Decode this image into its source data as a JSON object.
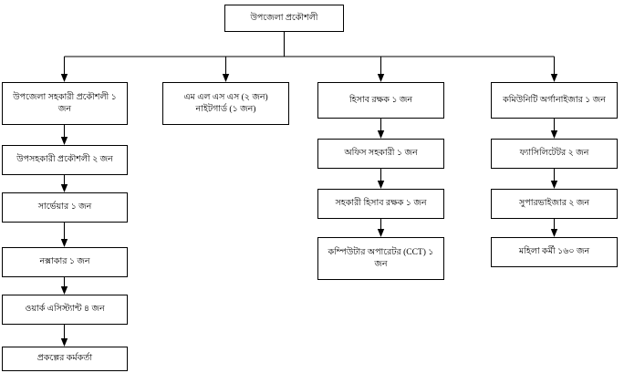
{
  "chart_data": {
    "type": "diagram",
    "title": "উপজেলা প্রকৌশলী",
    "layout": "organizational-hierarchy",
    "orientation": "top-down",
    "levels": 7,
    "nodes": [
      {
        "id": "root",
        "label": "উপজেলা প্রকৌশলী",
        "level": 0,
        "parent": null
      },
      {
        "id": "c1r2",
        "label": "উপজেলা সহকারী প্রকৌশলী ১ জন",
        "level": 1,
        "parent": "root",
        "column": 1
      },
      {
        "id": "c2r2",
        "label_line1": "এম এল এস এস (২ জন)",
        "label_line2": "নাইটগার্ড (১ জন)",
        "level": 1,
        "parent": "root",
        "column": 2
      },
      {
        "id": "c3r2",
        "label": "হিসাব রক্ষক ১ জন",
        "level": 1,
        "parent": "root",
        "column": 3
      },
      {
        "id": "c4r2",
        "label": "কমিউনিটি অর্গানাইজার ১ জন",
        "level": 1,
        "parent": "root",
        "column": 4
      },
      {
        "id": "c1r3",
        "label": "উপসহকারী প্রকৌশলী ২ জন",
        "level": 2,
        "parent": "c1r2",
        "column": 1
      },
      {
        "id": "c1r4",
        "label": "সার্ভেয়ার ১ জন",
        "level": 3,
        "parent": "c1r3",
        "column": 1
      },
      {
        "id": "c1r5",
        "label": "নক্সাকার ১ জন",
        "level": 4,
        "parent": "c1r4",
        "column": 1
      },
      {
        "id": "c1r6",
        "label": "ওয়ার্ক এসিস্ট্যান্ট ৪ জন",
        "level": 5,
        "parent": "c1r5",
        "column": 1
      },
      {
        "id": "c1r7",
        "label": "প্রকল্পের কর্মকর্তা",
        "level": 6,
        "parent": "c1r6",
        "column": 1
      },
      {
        "id": "c3r3",
        "label": "অফিস সহকারী ১ জন",
        "level": 2,
        "parent": "c3r2",
        "column": 3
      },
      {
        "id": "c3r4",
        "label": "সহকারী হিসাব রক্ষক ১ জন",
        "level": 3,
        "parent": "c3r3",
        "column": 3
      },
      {
        "id": "c3r5",
        "label_line1": "কম্পিউটার অপারেটর (CCT) ১",
        "label_line2": "জন",
        "level": 4,
        "parent": "c3r4",
        "column": 3
      },
      {
        "id": "c4r3",
        "label": "ফ্যাসিলিটেটর ২ জন",
        "level": 2,
        "parent": "c4r2",
        "column": 4
      },
      {
        "id": "c4r4",
        "label": "সুপারভাইজার ২ জন",
        "level": 3,
        "parent": "c4r3",
        "column": 4
      },
      {
        "id": "c4r5",
        "label": "মহিলা কর্মী ১৬০ জন",
        "level": 4,
        "parent": "c4r4",
        "column": 4
      }
    ],
    "colors": {
      "box_fill": "#ffffff",
      "box_border": "#000000",
      "connector": "#000000",
      "text": "#000000",
      "background": "#ffffff"
    }
  },
  "root": {
    "label": "উপজেলা প্রকৌশলী"
  },
  "col1": {
    "r2": "উপজেলা সহকারী প্রকৌশলী ১ জন",
    "r3": "উপসহকারী প্রকৌশলী ২ জন",
    "r4": "সার্ভেয়ার ১ জন",
    "r5": "নক্সাকার ১ জন",
    "r6": "ওয়ার্ক এসিস্ট্যান্ট ৪ জন",
    "r7": "প্রকল্পের কর্মকর্তা"
  },
  "col2": {
    "r2_line1": "এম এল এস এস (২ জন)",
    "r2_line2": "নাইটগার্ড (১ জন)"
  },
  "col3": {
    "r2": "হিসাব রক্ষক ১ জন",
    "r3": "অফিস সহকারী ১ জন",
    "r4": "সহকারী হিসাব রক্ষক ১ জন",
    "r5_line1": "কম্পিউটার অপারেটর (CCT) ১",
    "r5_line2": "জন"
  },
  "col4": {
    "r2": "কমিউনিটি অর্গানাইজার ১ জন",
    "r3": "ফ্যাসিলিটেটর ২ জন",
    "r4": "সুপারভাইজার ২ জন",
    "r5": "মহিলা কর্মী ১৬০ জন"
  }
}
